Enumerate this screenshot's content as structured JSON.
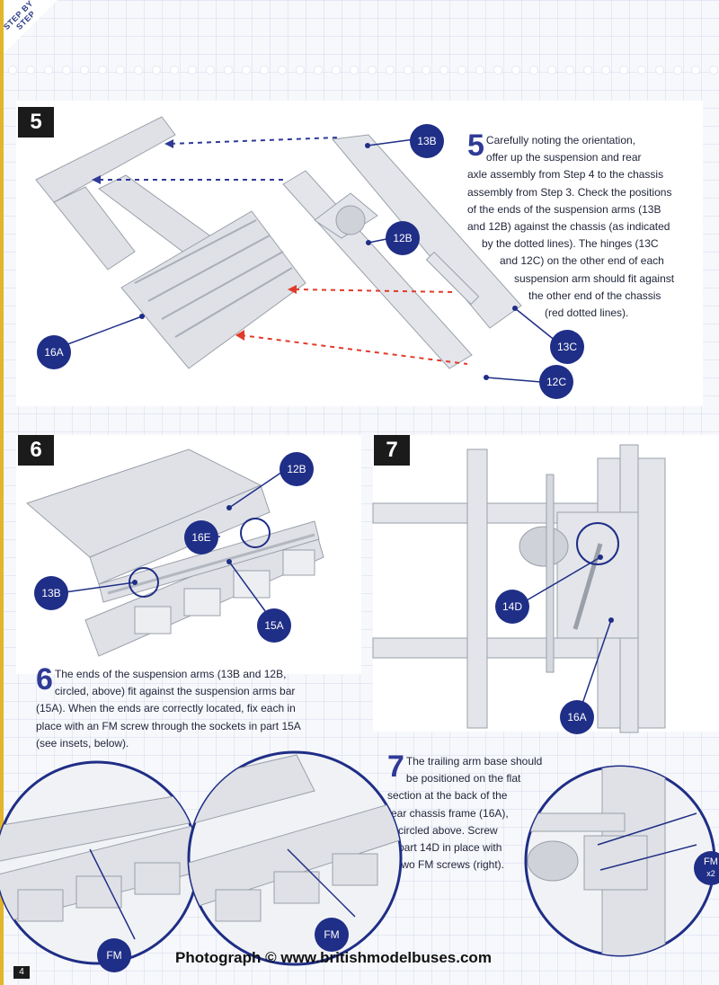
{
  "header": {
    "corner_line1": "STEP BY",
    "corner_line2": "STEP"
  },
  "step5": {
    "number": "5",
    "drop_cap": "5",
    "lines": [
      "Carefully noting the orientation,",
      "offer up the suspension and rear",
      "axle assembly from Step 4 to the chassis",
      "assembly from Step 3. Check the positions",
      "of the ends of the suspension arms (13B",
      "and 12B) against the chassis (as indicated",
      "by the dotted lines). The hinges (13C",
      "and 12C) on the other end of each",
      "suspension arm should fit against",
      "the other end of the chassis",
      "(red dotted lines)."
    ],
    "labels": {
      "l13b": "13B",
      "l12b": "12B",
      "l16a": "16A",
      "l13c": "13C",
      "l12c": "12C"
    }
  },
  "step6": {
    "number": "6",
    "drop_cap": "6",
    "lines": [
      "The ends of the suspension arms (13B and 12B,",
      "circled, above) fit against the suspension arms bar",
      "(15A). When the ends are correctly located, fix each in",
      "place with an FM screw through the sockets in part 15A",
      "(see insets, below)."
    ],
    "labels": {
      "l12b": "12B",
      "l16e": "16E",
      "l13b": "13B",
      "l15a": "15A"
    }
  },
  "step7": {
    "number": "7",
    "drop_cap": "7",
    "lines": [
      "The trailing arm base should",
      "be positioned on the flat",
      "section at the back of the",
      "rear chassis frame (16A),",
      "circled above. Screw",
      "part 14D in place with",
      "two FM screws (right)."
    ],
    "labels": {
      "l14d": "14D",
      "l16a": "16A"
    }
  },
  "insets": {
    "fm1": "FM",
    "fm2": "FM",
    "fm3_top": "FM",
    "fm3_bottom": "x2"
  },
  "footer": {
    "credit": "Photograph © www.britishmodelbuses.com",
    "page_number": "4"
  },
  "colors": {
    "badge": "#1f2e86",
    "accent_blue": "#2f3b96",
    "red_guide": "#e23a2a",
    "gold": "#e2b52b"
  }
}
